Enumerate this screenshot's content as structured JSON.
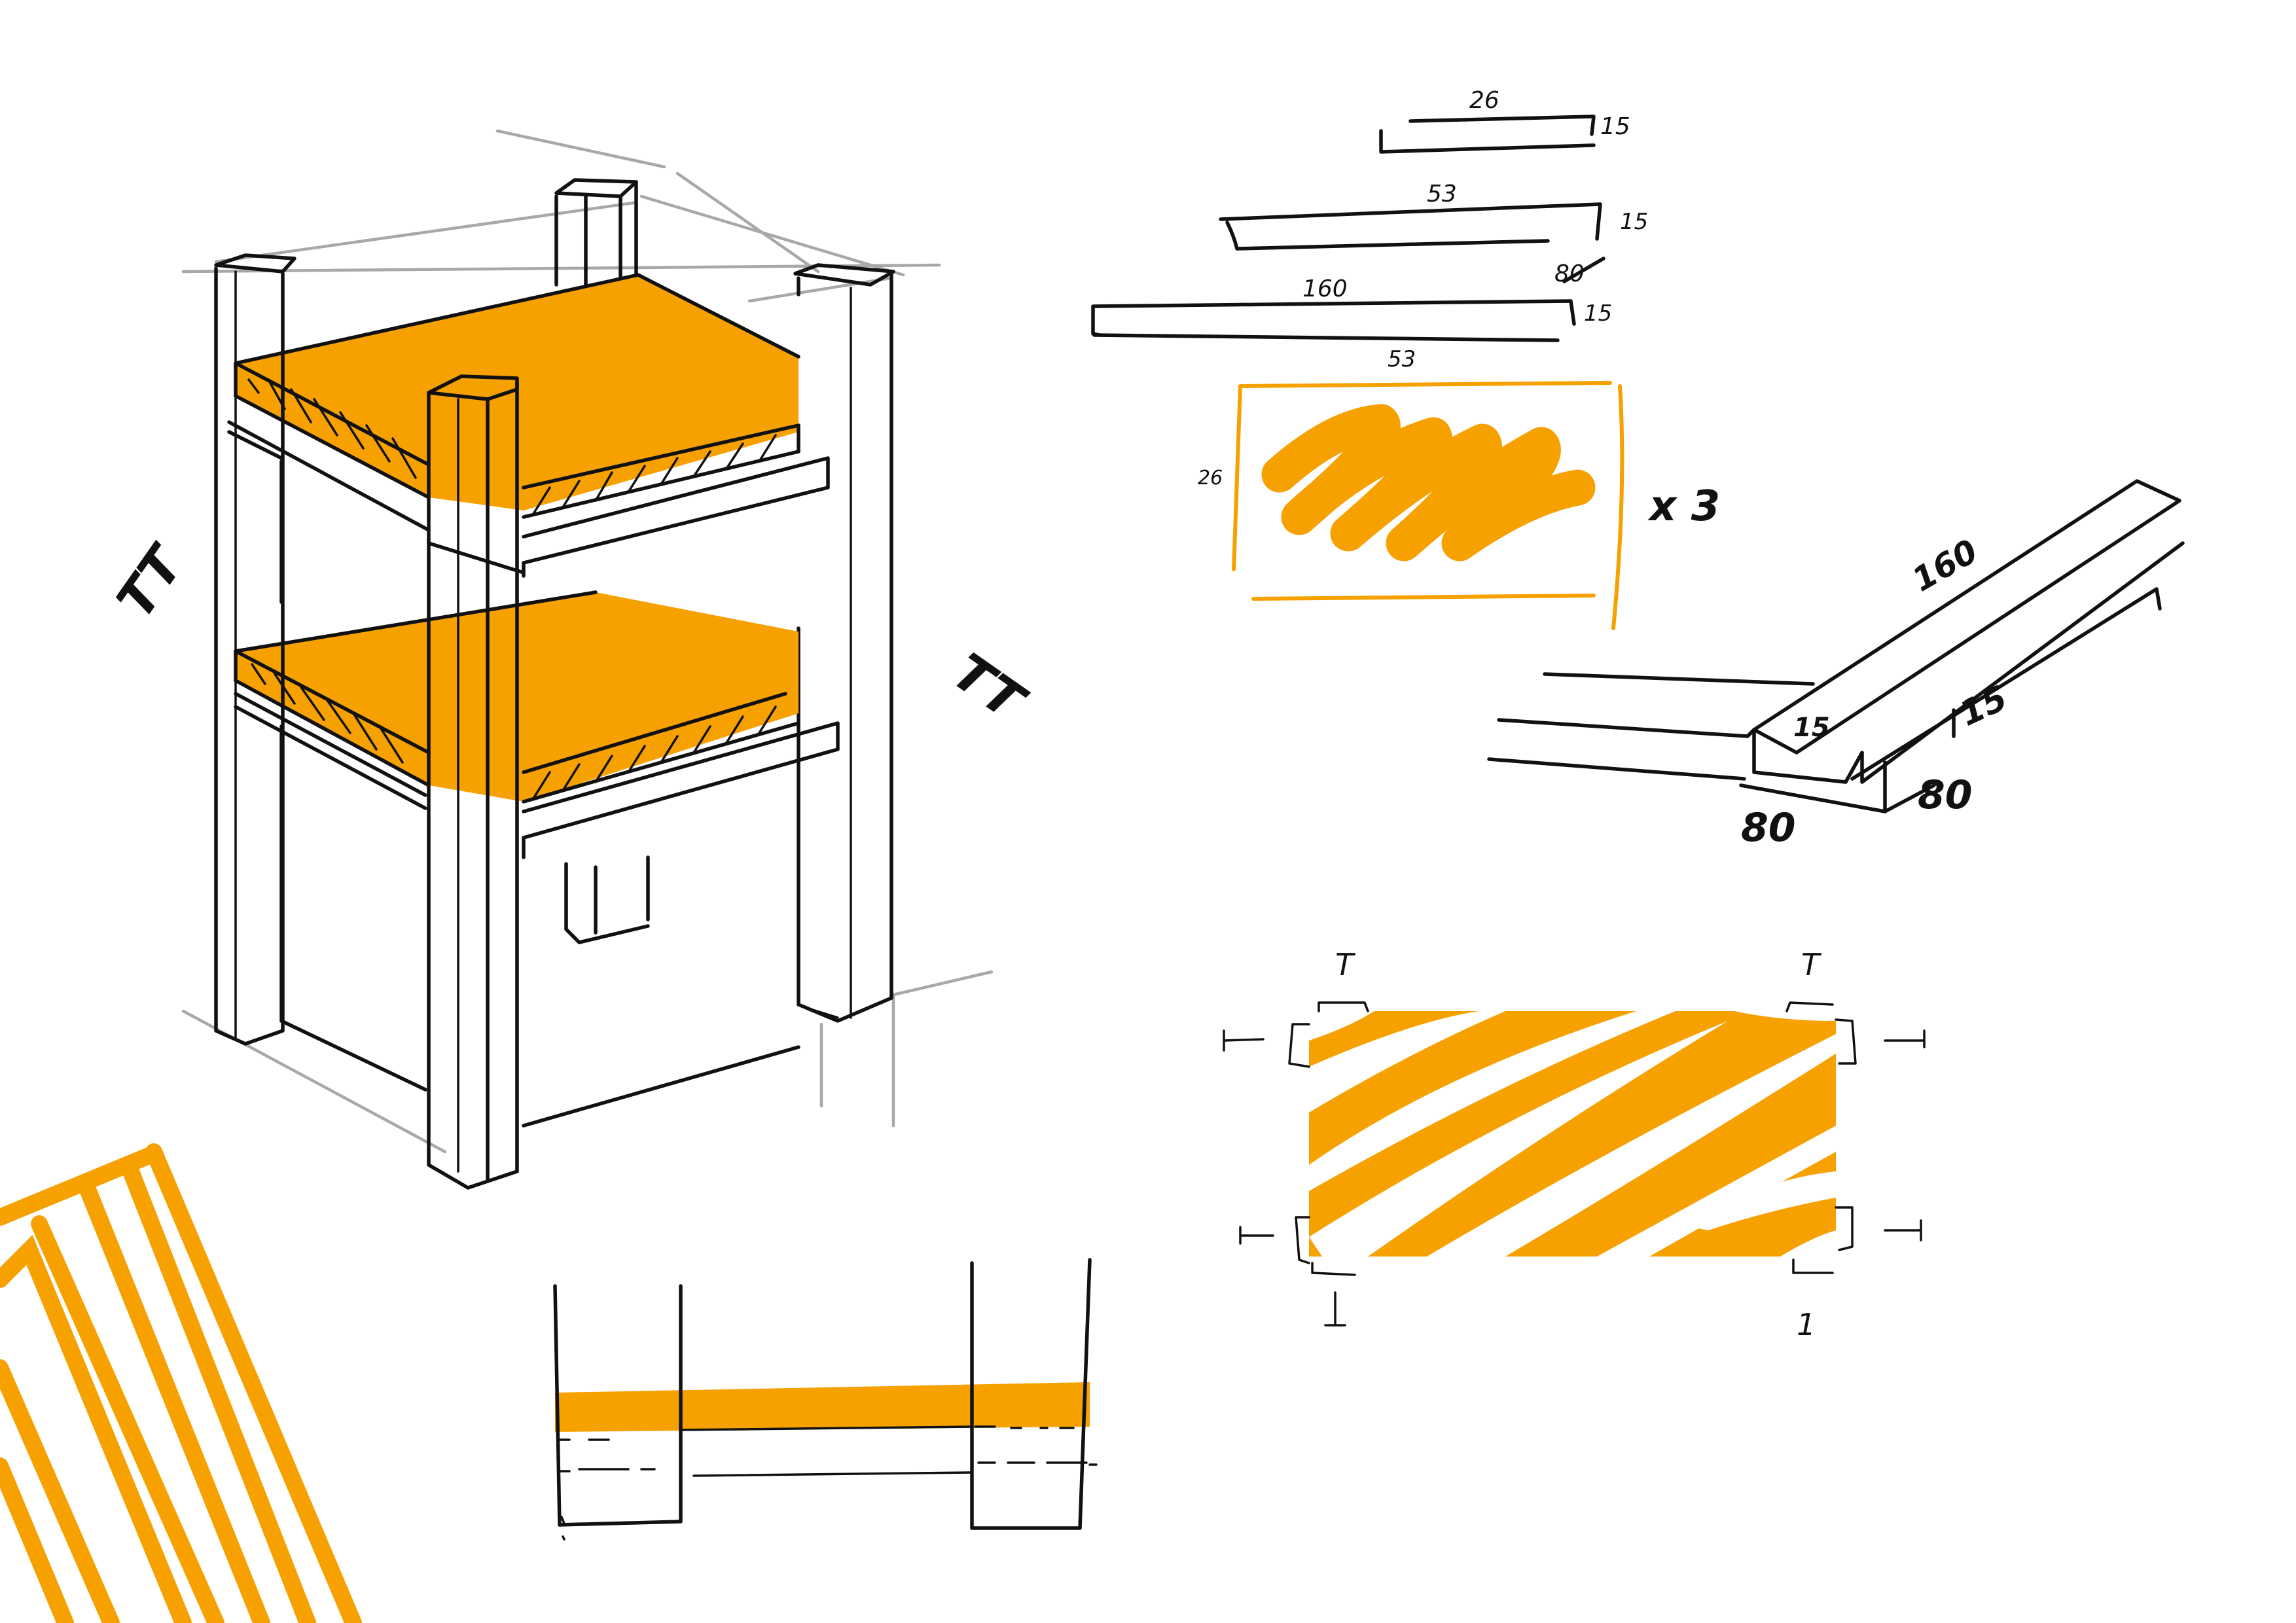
{
  "colors": {
    "accent": "#F7A100",
    "ink": "#111111",
    "guide": "#A8A8A8",
    "background": "#FFFFFF"
  },
  "isometric_view": {
    "side_label_left": "TT",
    "side_label_right": "TT"
  },
  "boards": {
    "board_26": {
      "length": "26",
      "thickness": "15"
    },
    "board_53": {
      "length": "53",
      "thickness": "15"
    },
    "board_160": {
      "length": "160",
      "width": "80",
      "thickness": "15"
    },
    "shelf_panel": {
      "width": "53",
      "depth": "26",
      "quantity": "x 3"
    }
  },
  "beam_3d": {
    "length": "160",
    "thickness": "15",
    "width_front": "80",
    "width_side": "80",
    "slot": "15"
  },
  "shelf_top_view": {
    "top_marks": [
      "T",
      "T"
    ],
    "side_marks": [
      "I",
      "I",
      "I",
      "I"
    ],
    "bottom_marks": [
      "I",
      "1"
    ]
  }
}
